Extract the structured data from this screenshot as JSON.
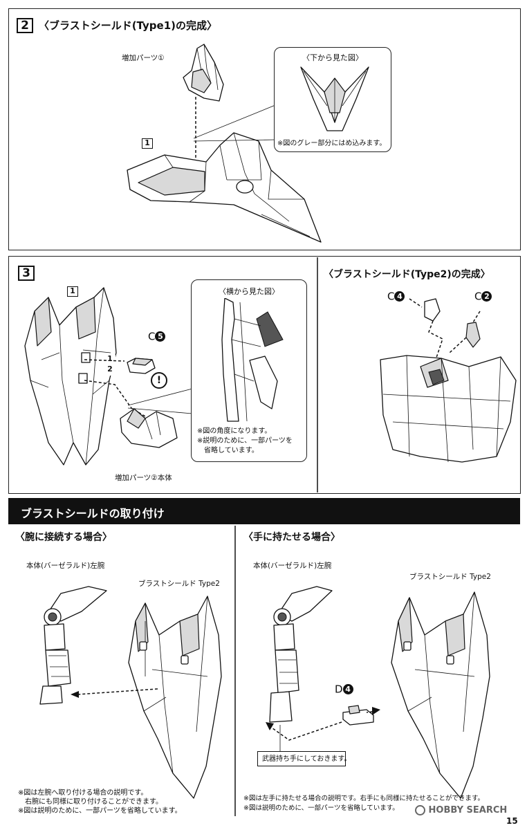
{
  "step2": {
    "number": "2",
    "title": "〈ブラストシールド(Type1)の完成〉",
    "part_label": "増加パーツ①",
    "callout_title": "〈下から見た図〉",
    "callout_note": "※図のグレー部分にはめ込みます。",
    "box_label": "1"
  },
  "step3": {
    "number": "3",
    "box_label": "1",
    "pointer1": "1",
    "pointer2": "2",
    "part_c5_letter": "C",
    "part_c5_num": "5",
    "warning_symbol": "!",
    "callout_title": "〈横から見た図〉",
    "callout_note_1": "※図の角度になります。",
    "callout_note_2": "※説明のために、一部パーツを",
    "callout_note_3": "　省略しています。",
    "part_label": "増加パーツ②本体"
  },
  "type2": {
    "title": "〈ブラストシールド(Type2)の完成〉",
    "part_c4_letter": "C",
    "part_c4_num": "4",
    "part_c2_letter": "C",
    "part_c2_num": "2"
  },
  "attach": {
    "header": "ブラストシールドの取り付け",
    "arm": {
      "title": "〈腕に接続する場合〉",
      "body_label": "本体(バーゼラルド)左腕",
      "shield_label": "ブラストシールド Type2",
      "note_1": "※図は左腕へ取り付ける場合の説明です。",
      "note_2": "　右腕にも同様に取り付けることができます。",
      "note_3": "※図は説明のために、一部パーツを省略しています。"
    },
    "hand": {
      "title": "〈手に持たせる場合〉",
      "body_label": "本体(バーゼラルド)左腕",
      "shield_label": "ブラストシールド Type2",
      "part_d4_letter": "D",
      "part_d4_num": "4",
      "hand_note": "武器持ち手にしておきます。",
      "note_1": "※図は左手に持たせる場合の説明です。右手にも同様に持たせることができます。",
      "note_2": "※図は説明のために、一部パーツを省略しています。"
    }
  },
  "watermark": "HOBBY SEARCH",
  "page_number": "15"
}
